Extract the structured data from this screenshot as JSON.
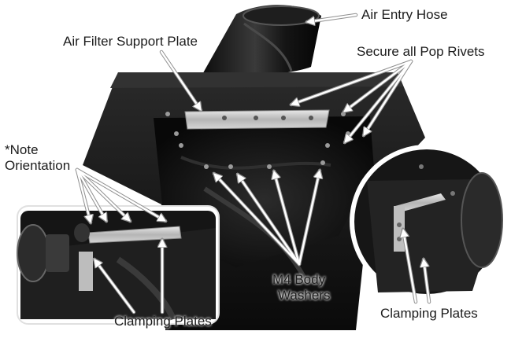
{
  "labels": {
    "air_entry_hose": "Air Entry Hose",
    "air_filter_support_plate": "Air Filter Support Plate",
    "secure_pop_rivets": "Secure all Pop Rivets",
    "note_line1": "*Note",
    "note_line2": "Orientation",
    "m4_line1": "M4 Body",
    "m4_line2": "Washers",
    "clamping_plates_left": "Clamping Plates",
    "clamping_plates_right": "Clamping Plates"
  },
  "colors": {
    "arrow": "#ffffff",
    "arrow_outline": "#9a9a9a",
    "housing": "#1a1a1a",
    "plate": "#c8c8c8",
    "inset_border": "#ffffff"
  }
}
